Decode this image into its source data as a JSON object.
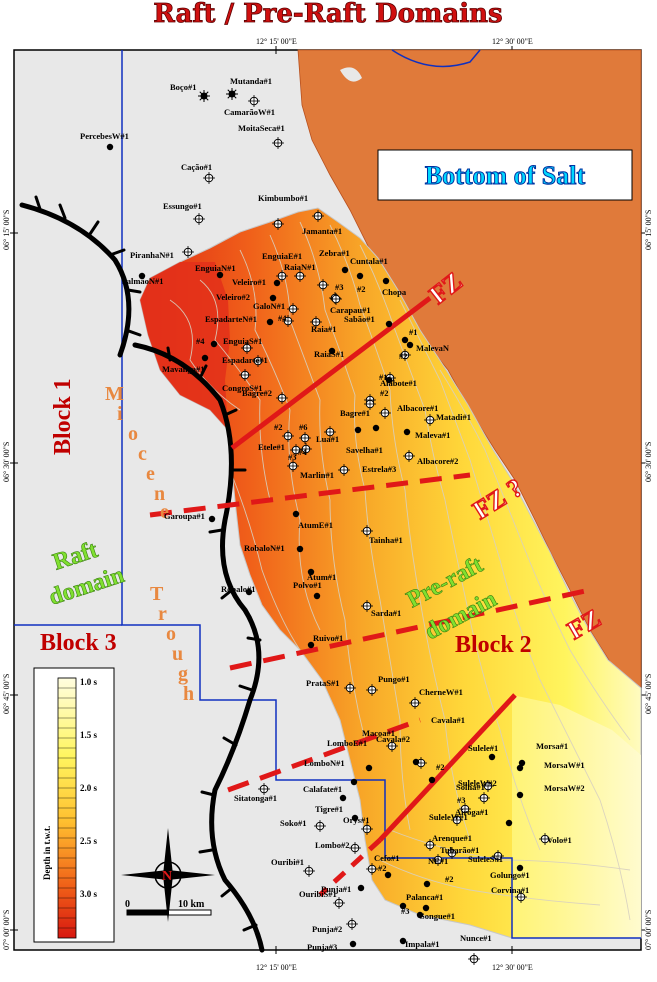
{
  "title": "Raft / Pre-Raft Domains",
  "coords": {
    "top": [
      "12° 15' 00\"E",
      "12° 30' 00\"E"
    ],
    "bottom": [
      "12° 15' 00\"E",
      "12° 30' 00\"E"
    ],
    "left": [
      "06° 15' 00\"S",
      "06° 30' 00\"S",
      "06° 45' 00\"S",
      "07° 00' 00\"S"
    ],
    "right": [
      "06° 15' 00\"S",
      "06° 30' 00\"S",
      "06° 45' 00\"S",
      "07° 00' 00\"S"
    ]
  },
  "bottom_of_salt_label": "Bottom of Salt",
  "block1_label": "Block 1",
  "block2_label": "Block 2",
  "block3_label": "Block 3",
  "raft_domain_label": [
    "Raft",
    "domain"
  ],
  "preraft_domain_label": [
    "Pre-raft",
    "domain"
  ],
  "miocene_trough_label": "Miocene Trough",
  "fz_labels": [
    "FZ",
    "FZ ?",
    "FZ"
  ],
  "legend": {
    "title": "Depth in t.w.t.",
    "ticks": [
      "1.0 s",
      "1.5 s",
      "2.0 s",
      "2.5 s",
      "3.0 s"
    ]
  },
  "scale_bar": {
    "start": "0",
    "end": "10 km"
  },
  "north_label": "N",
  "colors": {
    "salt": "#e07a3a",
    "deep": "#e02a14",
    "mid": "#f5a020",
    "shallow": "#fff25a",
    "fault_red": "#e01818",
    "block_line": "#1030c0"
  },
  "wells": [
    "Boço#1",
    "Mutanda#1",
    "CamarãoW#1",
    "MoitaSeca#1",
    "PercebesW#1",
    "Cação#1",
    "Essungo#1",
    "Kimbumbo#1",
    "Jamanta#1",
    "PiranhaN#1",
    "EnguiaN#1",
    "EnguiaE#1",
    "RaiaN#1",
    "Zebra#1",
    "Cuntala#1",
    "SalmãoN#1",
    "Veleiro#1",
    "Veleiro#2",
    "GaloN#1",
    "#3",
    "#2",
    "Chopa",
    "Carapau#1",
    "EspadarteN#1",
    "#4",
    "Raia#1",
    "Sabão#1",
    "#1",
    "#2",
    "MalevaN",
    "#4",
    "EnguiaS#1",
    "Espadarte#1",
    "RaiaS#1",
    "Mavanga#1",
    "CongroS#1",
    "Alabote#1",
    "#1",
    "Bagre#2",
    "#2",
    "Bagre#1",
    "Albacore#1",
    "Matadi#1",
    "#2",
    "#6",
    "Lua#1",
    "Maleva#1",
    "Etele#1",
    "Savelha#1",
    "#4",
    "#3",
    "Albacore#2",
    "Marlin#1",
    "Estrela#3",
    "Garoupa#1",
    "AtumE#1",
    "Tainha#1",
    "RobaloN#1",
    "Atum#1",
    "Polvo#1",
    "Robalo#1",
    "Sarda#1",
    "Ruivo#1",
    "PrataS#1",
    "Pungo#1",
    "CherneW#1",
    "Macoa#1",
    "Cavala#1",
    "Cavala#2",
    "LomboE#1",
    "Morsa#1",
    "Sulele#1",
    "LomboN#1",
    "#2",
    "MorsaW#1",
    "SuleleW#2",
    "Solha#1",
    "MorsaW#2",
    "Sitatonga#1",
    "Calafate#1",
    "#3",
    "SuleleW#1",
    "Tigre#1",
    "Airoga#1",
    "Soko#1",
    "Orys#1",
    "Arenque#1",
    "Tubarão#1",
    "Lombo#2",
    "SuleleS#1",
    "Volo#1",
    "Ouribi#1",
    "Cefo#1",
    "NE#1",
    "#2",
    "Golungo#1",
    "Punja#1",
    "#2",
    "Corvina#1",
    "OuribiS#1",
    "Palanca#1",
    "#3",
    "Songue#1",
    "Punja#2",
    "Impala#1",
    "Nunce#1",
    "Punja#3"
  ]
}
